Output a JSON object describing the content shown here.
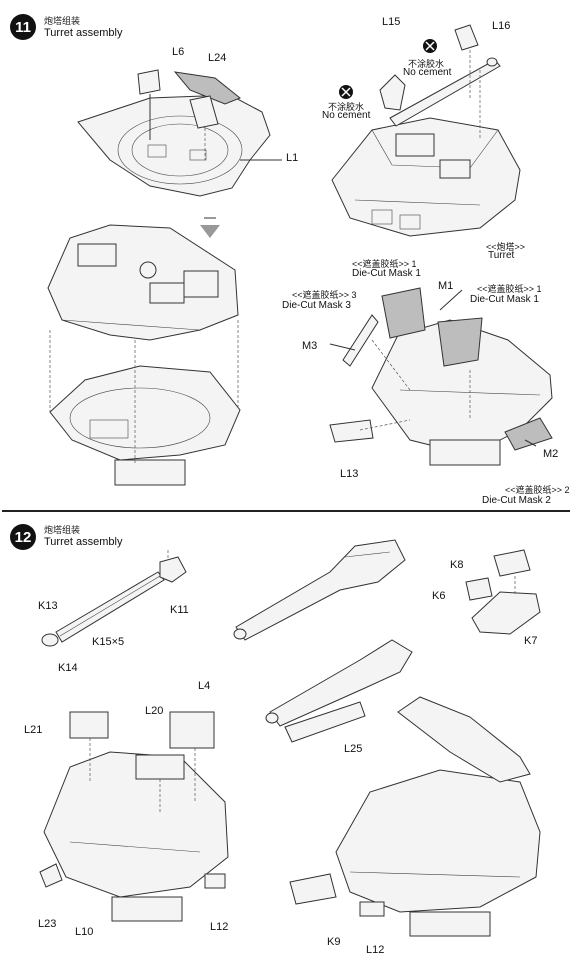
{
  "steps": [
    {
      "number": "11",
      "title_cn": "炮塔组装",
      "title_en": "Turret assembly",
      "parts": [
        "L6",
        "L24",
        "L1",
        "L15",
        "L16",
        "M1",
        "M3",
        "M2",
        "L13"
      ],
      "notes": {
        "no_cement_cn_1": "不涂胶水",
        "no_cement_en_1": "No cement",
        "no_cement_cn_2": "不涂胶水",
        "no_cement_en_2": "No cement",
        "turret_cn": "<<炮塔>>",
        "turret_en": "Turret",
        "mask1a_cn": "<<遮盖胶纸>> 1",
        "mask1a_en": "Die-Cut Mask 1",
        "mask1b_cn": "<<遮盖胶纸>> 1",
        "mask1b_en": "Die-Cut Mask 1",
        "mask3_cn": "<<遮盖胶纸>> 3",
        "mask3_en": "Die-Cut Mask 3",
        "mask2_cn": "<<遮盖胶纸>> 2",
        "mask2_en": "Die-Cut Mask 2"
      }
    },
    {
      "number": "12",
      "title_cn": "炮塔组装",
      "title_en": "Turret assembly",
      "parts": [
        "K13",
        "K11",
        "K15×5",
        "K14",
        "K8",
        "K6",
        "K7",
        "L4",
        "L21",
        "L20",
        "L25",
        "L23",
        "L10",
        "L12",
        "K9",
        "L12"
      ]
    }
  ],
  "icons": {
    "no_cement": "no-glue-icon",
    "arrow": "down-arrow-icon"
  }
}
